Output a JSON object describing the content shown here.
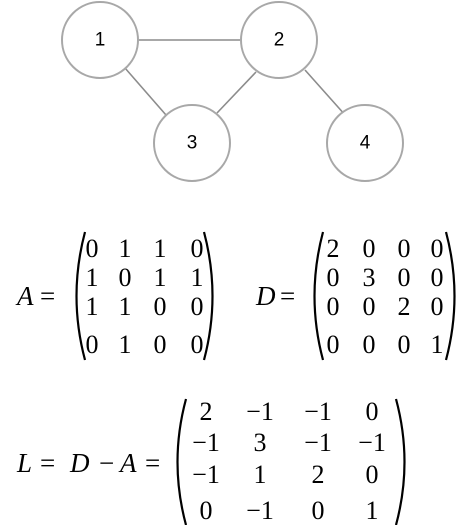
{
  "graph": {
    "nodes": [
      {
        "id": "1",
        "label": "1"
      },
      {
        "id": "2",
        "label": "2"
      },
      {
        "id": "3",
        "label": "3"
      },
      {
        "id": "4",
        "label": "4"
      }
    ],
    "edges": [
      {
        "from": "1",
        "to": "2"
      },
      {
        "from": "1",
        "to": "3"
      },
      {
        "from": "2",
        "to": "3"
      },
      {
        "from": "2",
        "to": "4"
      }
    ]
  },
  "matrices": {
    "A": {
      "label": "A",
      "equals": "=",
      "rows": [
        [
          "0",
          "1",
          "1",
          "0"
        ],
        [
          "1",
          "0",
          "1",
          "1"
        ],
        [
          "1",
          "1",
          "0",
          "0"
        ],
        [
          "0",
          "1",
          "0",
          "0"
        ]
      ]
    },
    "D": {
      "label": "D",
      "equals": "=",
      "rows": [
        [
          "2",
          "0",
          "0",
          "0"
        ],
        [
          "0",
          "3",
          "0",
          "0"
        ],
        [
          "0",
          "0",
          "2",
          "0"
        ],
        [
          "0",
          "0",
          "0",
          "1"
        ]
      ]
    },
    "L": {
      "label": "L",
      "equals": "=",
      "expr_d": "D",
      "minus": "−",
      "expr_a": "A",
      "equals2": "=",
      "rows": [
        [
          "2",
          "−1",
          "−1",
          "0"
        ],
        [
          "−1",
          "3",
          "−1",
          "−1"
        ],
        [
          "−1",
          "1",
          "2",
          "0"
        ],
        [
          "0",
          "−1",
          "0",
          "1"
        ]
      ]
    }
  }
}
